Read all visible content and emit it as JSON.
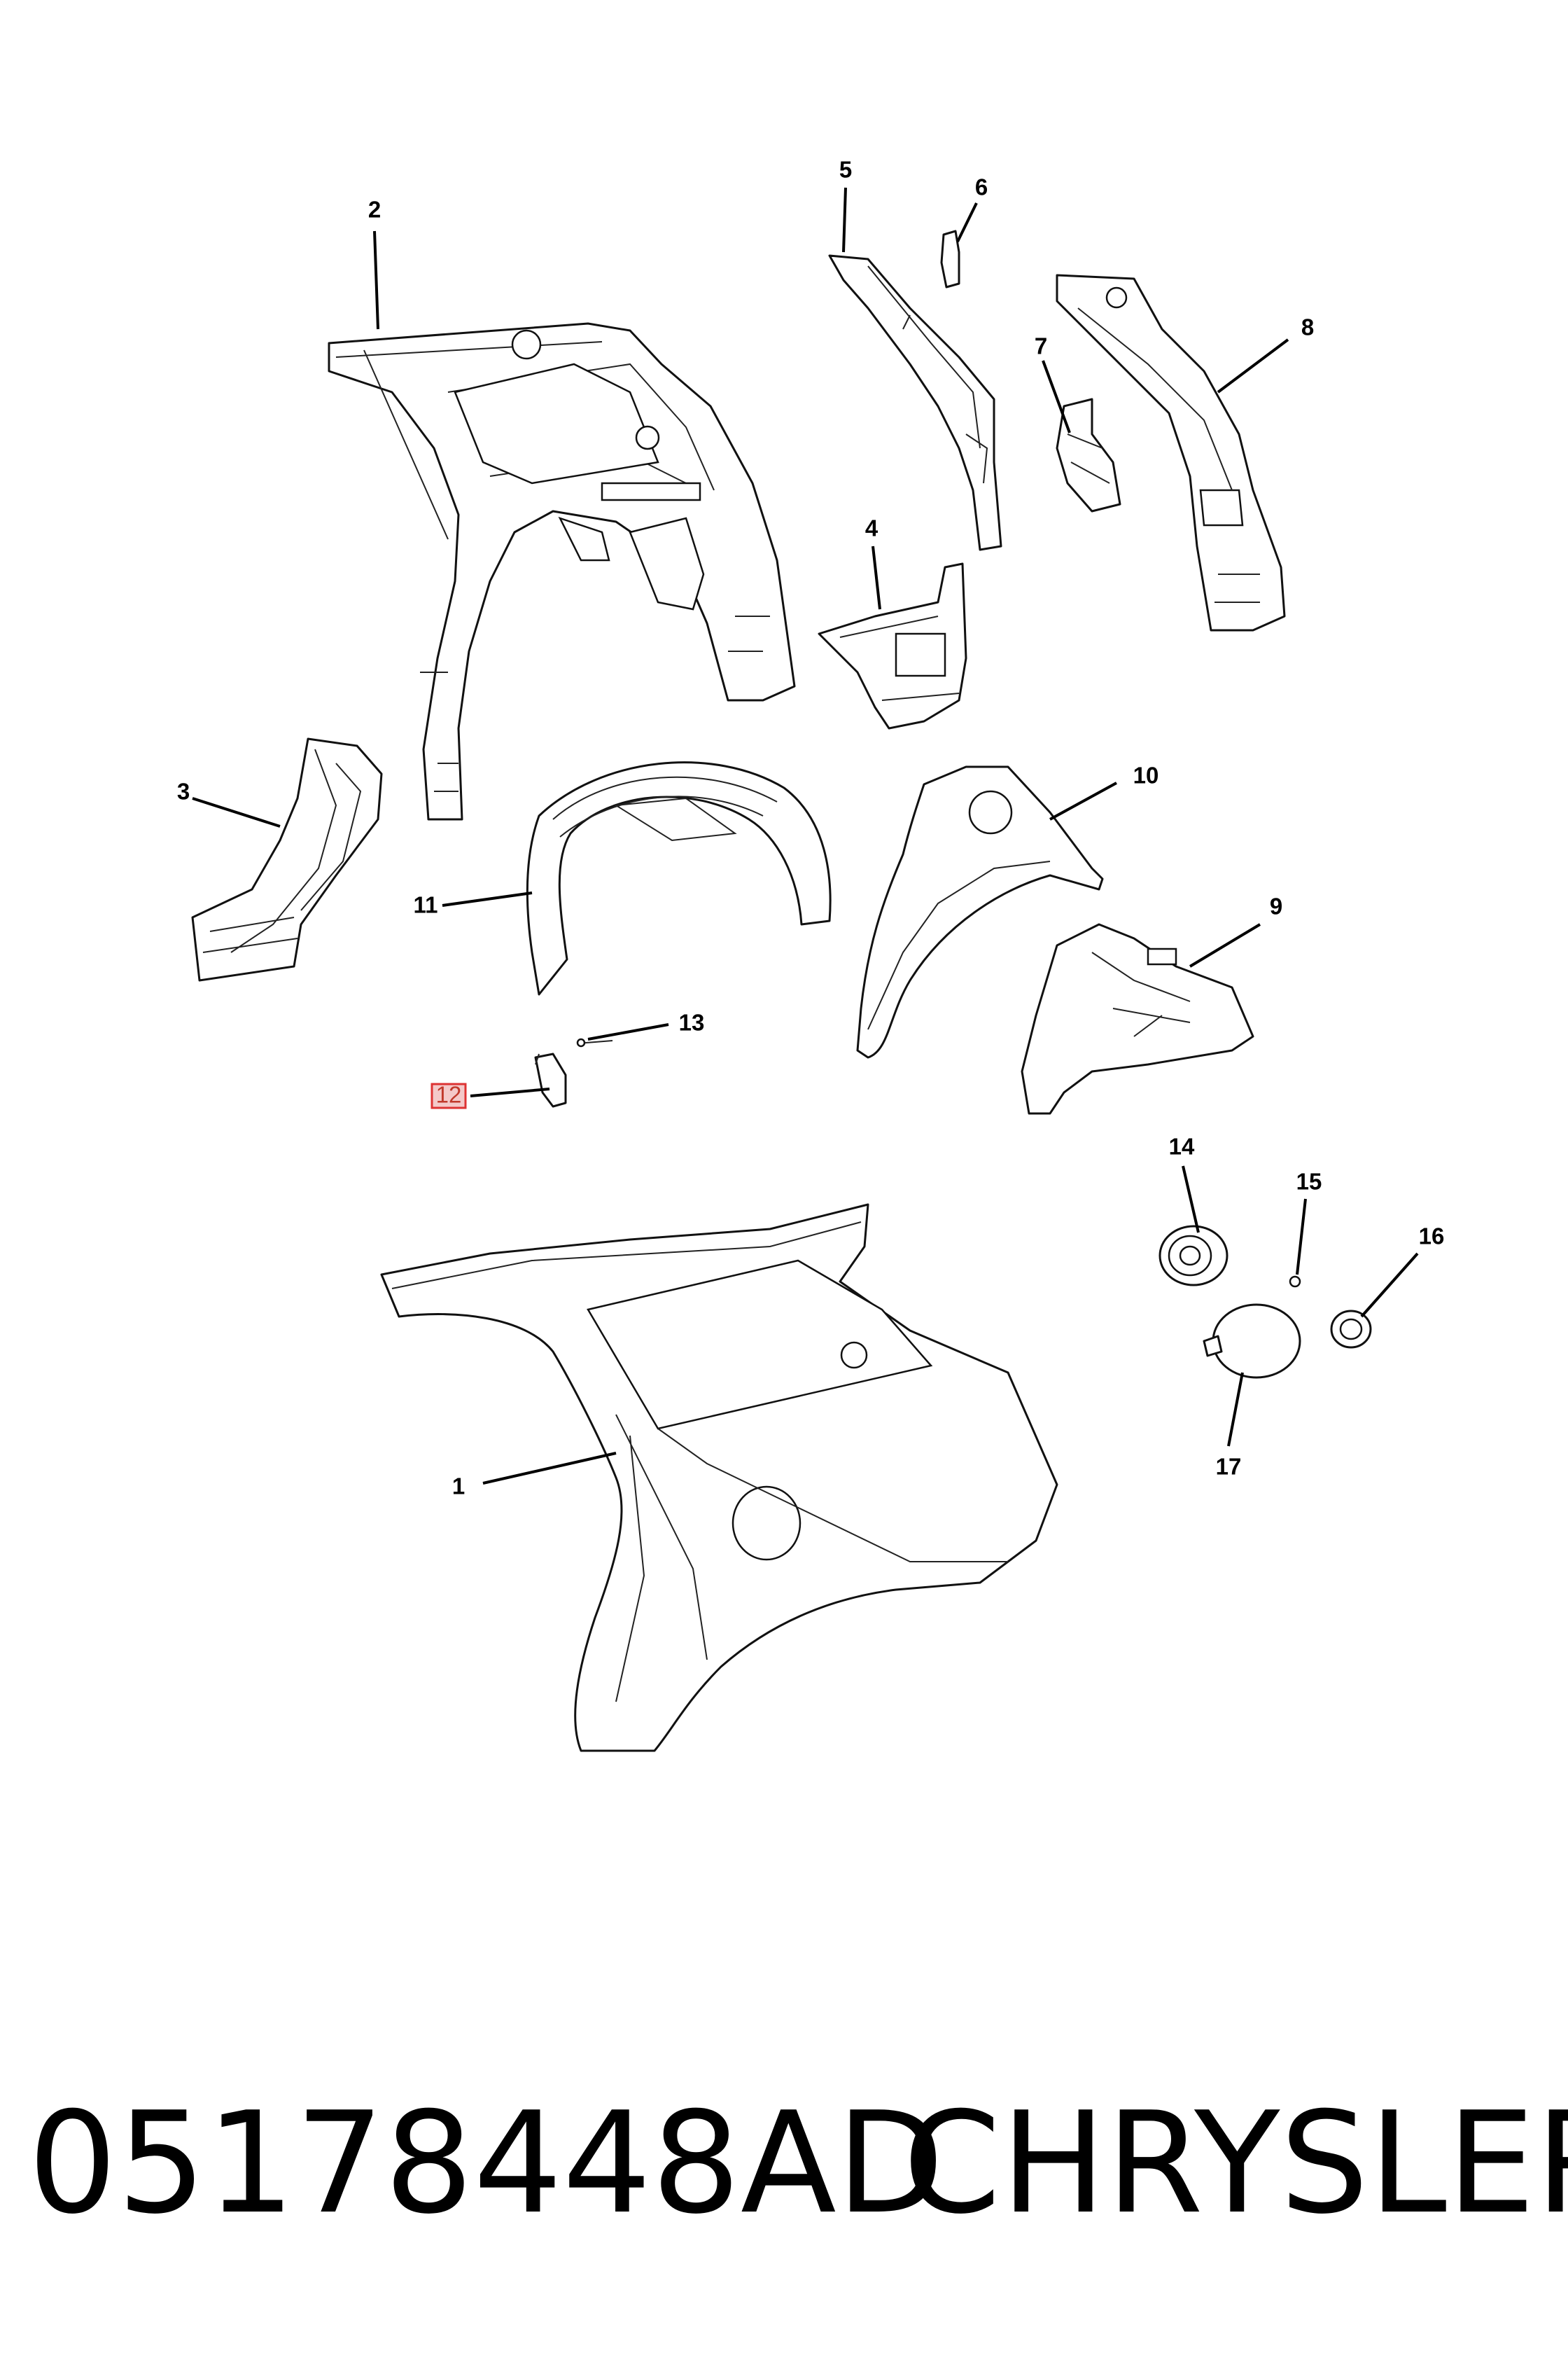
{
  "callouts": [
    {
      "id": "1",
      "label": "1"
    },
    {
      "id": "2",
      "label": "2"
    },
    {
      "id": "3",
      "label": "3"
    },
    {
      "id": "4",
      "label": "4"
    },
    {
      "id": "5",
      "label": "5"
    },
    {
      "id": "6",
      "label": "6"
    },
    {
      "id": "7",
      "label": "7"
    },
    {
      "id": "8",
      "label": "8"
    },
    {
      "id": "9",
      "label": "9"
    },
    {
      "id": "10",
      "label": "10"
    },
    {
      "id": "11",
      "label": "11"
    },
    {
      "id": "12",
      "label": "12",
      "highlighted": true
    },
    {
      "id": "13",
      "label": "13"
    },
    {
      "id": "14",
      "label": "14"
    },
    {
      "id": "15",
      "label": "15"
    },
    {
      "id": "16",
      "label": "16"
    },
    {
      "id": "17",
      "label": "17"
    }
  ],
  "highlight_color": "#d33333",
  "footer": {
    "part_number": "05178448AD",
    "brand": "CHRYSLER"
  }
}
